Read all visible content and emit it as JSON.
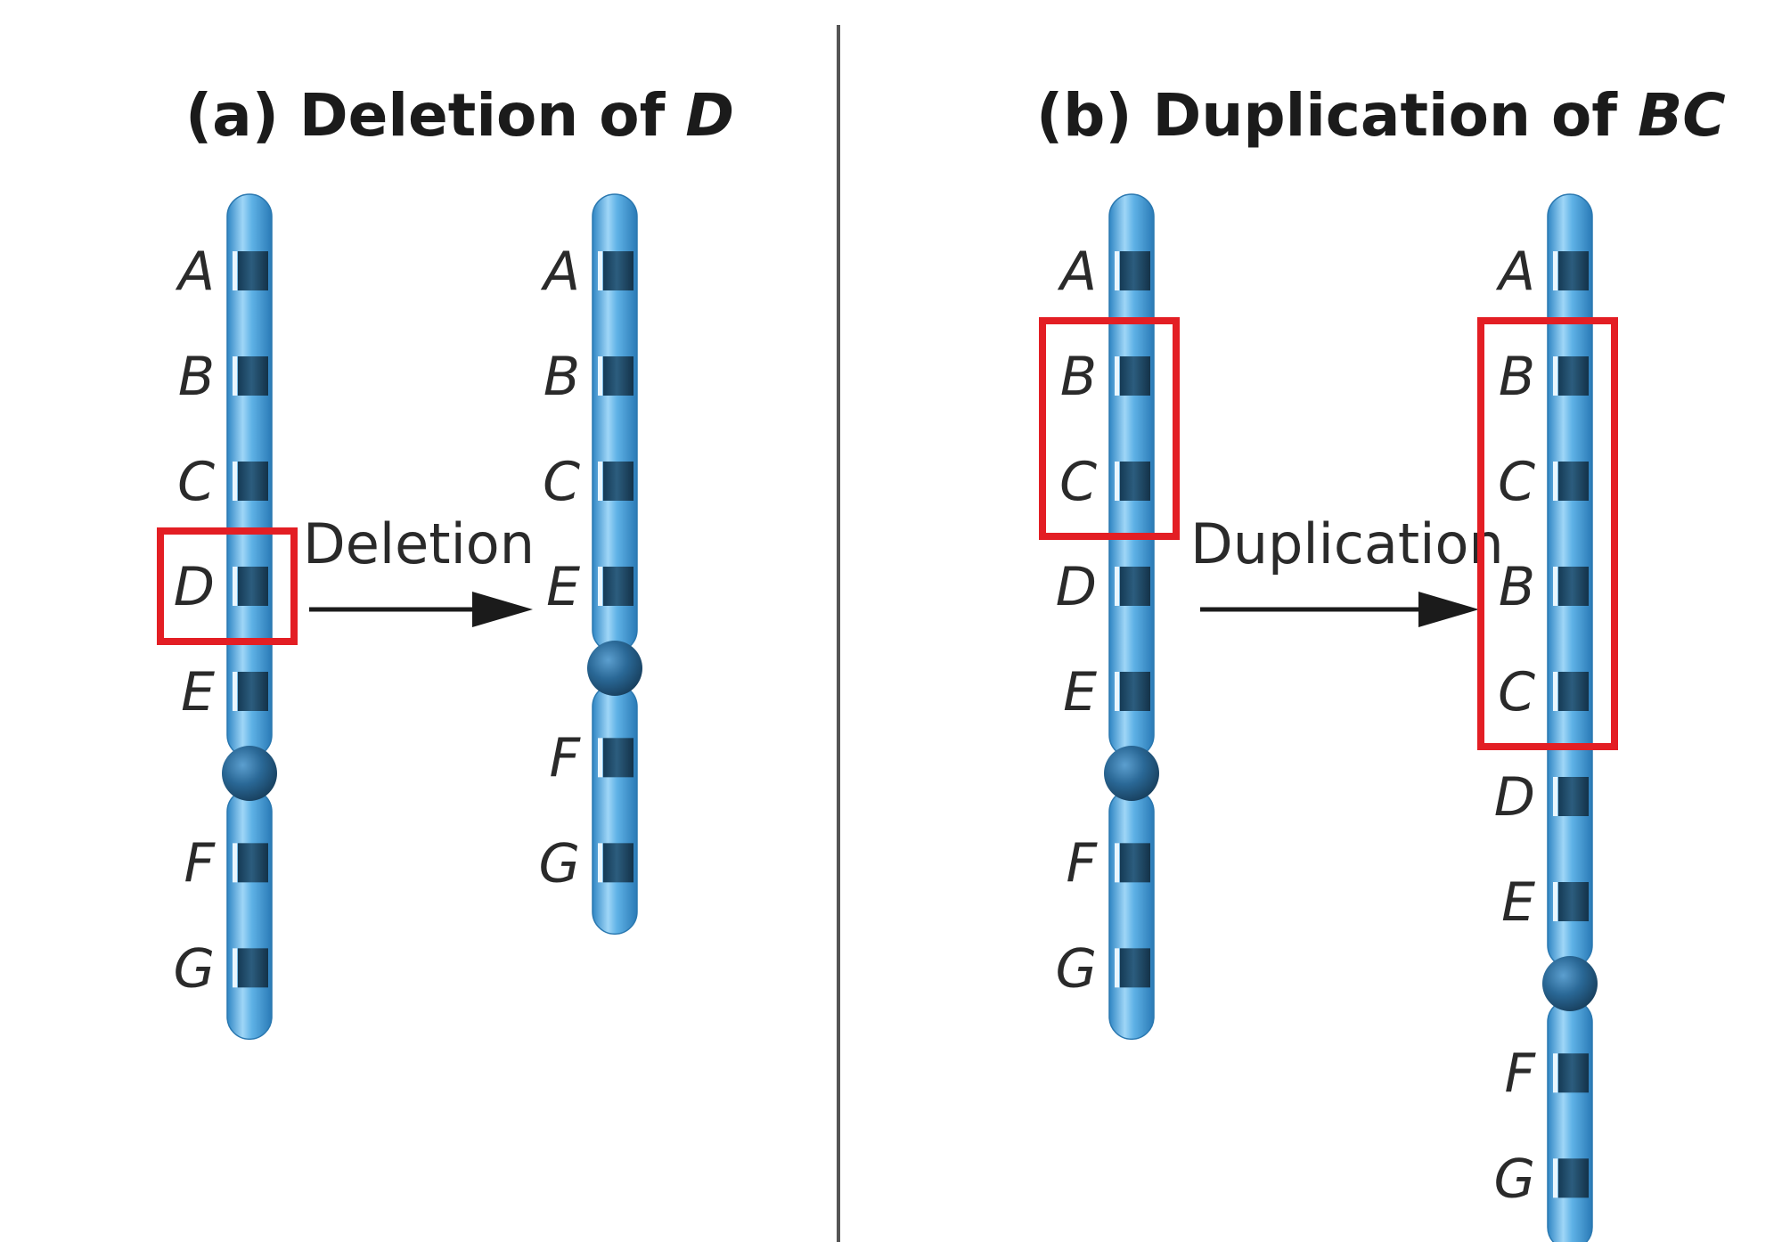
{
  "panels": [
    {
      "title_prefix": "(a) Deletion of ",
      "title_italic": "D",
      "arrow_label": "Deletion",
      "before": {
        "genes_top": [
          "A",
          "B",
          "C",
          "D",
          "E"
        ],
        "genes_bottom": [
          "F",
          "G"
        ],
        "highlighted": [
          "D"
        ]
      },
      "after": {
        "genes_top": [
          "A",
          "B",
          "C",
          "E"
        ],
        "genes_bottom": [
          "F",
          "G"
        ],
        "highlighted": []
      }
    },
    {
      "title_prefix": "(b) Duplication of ",
      "title_italic": "BC",
      "arrow_label": "Duplication",
      "before": {
        "genes_top": [
          "A",
          "B",
          "C",
          "D",
          "E"
        ],
        "genes_bottom": [
          "F",
          "G"
        ],
        "highlighted": [
          "B",
          "C"
        ]
      },
      "after": {
        "genes_top": [
          "A",
          "B",
          "C",
          "B",
          "C",
          "D",
          "E"
        ],
        "genes_bottom": [
          "F",
          "G"
        ],
        "highlighted": [
          "B",
          "C",
          "B",
          "C"
        ]
      }
    }
  ],
  "colors": {
    "chromosome": "#3c9ad6",
    "chromosome_light": "#9fd3f5",
    "band": "#1d4560",
    "centromere": "#245a82",
    "highlight": "#e31e24",
    "arrow": "#1b1b1b",
    "divider": "#555555"
  }
}
